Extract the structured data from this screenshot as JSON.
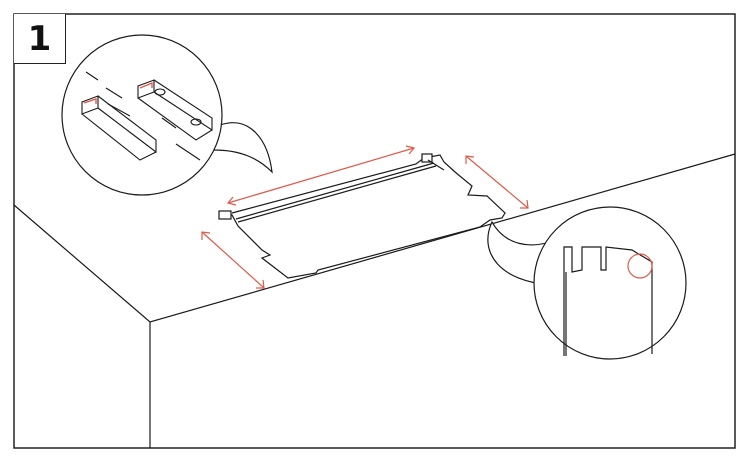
{
  "step": {
    "number": "1"
  },
  "colors": {
    "line": "#1a1a1a",
    "accent": "#e05a4a",
    "background": "#ffffff"
  },
  "elements": {
    "main_scene": "assembly-step-illustration",
    "detail_left": "rail-slot-detail-callout",
    "detail_right": "panel-notch-detail-callout",
    "measure_arrows": "dimension-arrow-icon"
  }
}
